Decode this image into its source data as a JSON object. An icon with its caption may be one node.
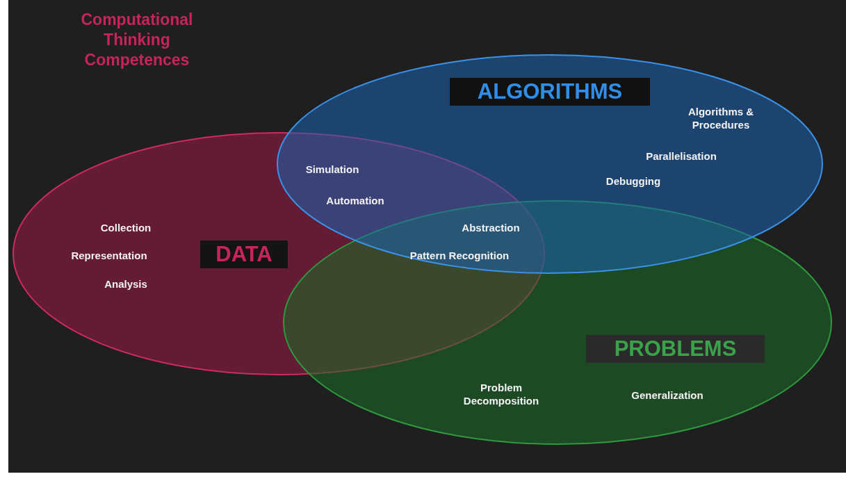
{
  "diagram": {
    "title": "Computational Thinking Competences",
    "nodes": [
      {
        "text": [
          "DATA"
        ]
      },
      {
        "text": [
          "PROBLEMS"
        ]
      },
      {
        "text": [
          "ALGORITHMS"
        ]
      }
    ],
    "labels": [
      "Algorithms & Procedures",
      "Parallelisation",
      "Simulation",
      "Debugging",
      "Automation",
      "Collection",
      "Abstraction",
      "Representation",
      "Pattern Recognition",
      "Analysis",
      "Problem Decomposition",
      "Generalization"
    ]
  }
}
